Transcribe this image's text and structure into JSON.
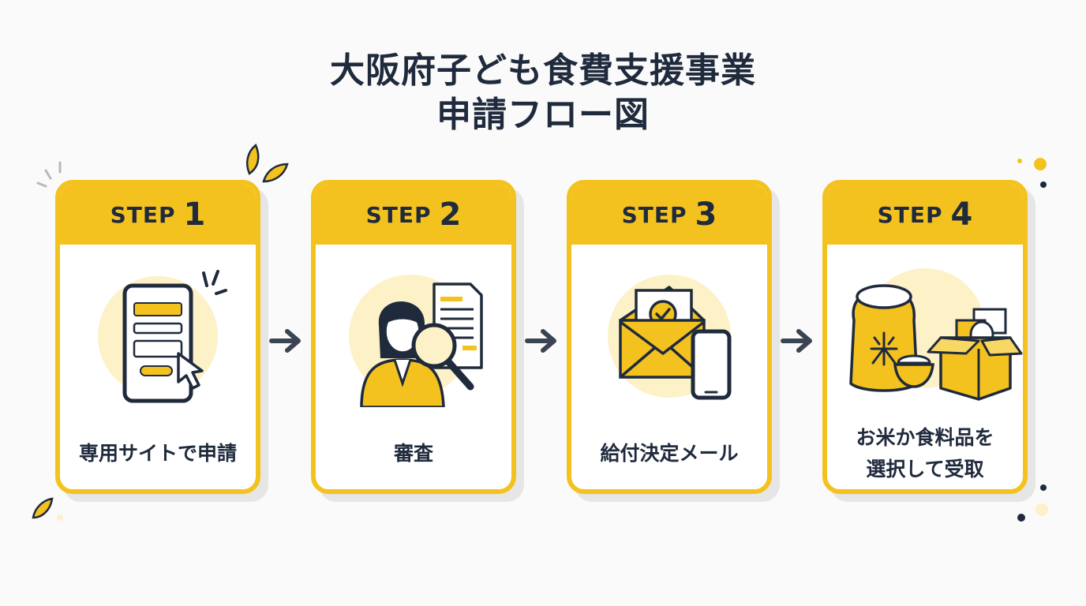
{
  "title": {
    "line1": "大阪府子ども食費支援事業",
    "line2": "申請フロー図"
  },
  "steps": [
    {
      "step_word": "STEP",
      "number": "1",
      "label_lines": [
        "専用サイトで申請"
      ],
      "icon": "smartphone-form-icon"
    },
    {
      "step_word": "STEP",
      "number": "2",
      "label_lines": [
        "審査"
      ],
      "icon": "reviewer-magnifier-icon"
    },
    {
      "step_word": "STEP",
      "number": "3",
      "label_lines": [
        "給付決定メール"
      ],
      "icon": "mail-phone-icon"
    },
    {
      "step_word": "STEP",
      "number": "4",
      "label_lines": [
        "お米か食料品を",
        "選択して受取"
      ],
      "icon": "rice-box-icon"
    }
  ],
  "colors": {
    "accent": "#f4c21f",
    "dark": "#1f2a3c",
    "pale": "#fdf1c7",
    "background": "#fafafa"
  }
}
